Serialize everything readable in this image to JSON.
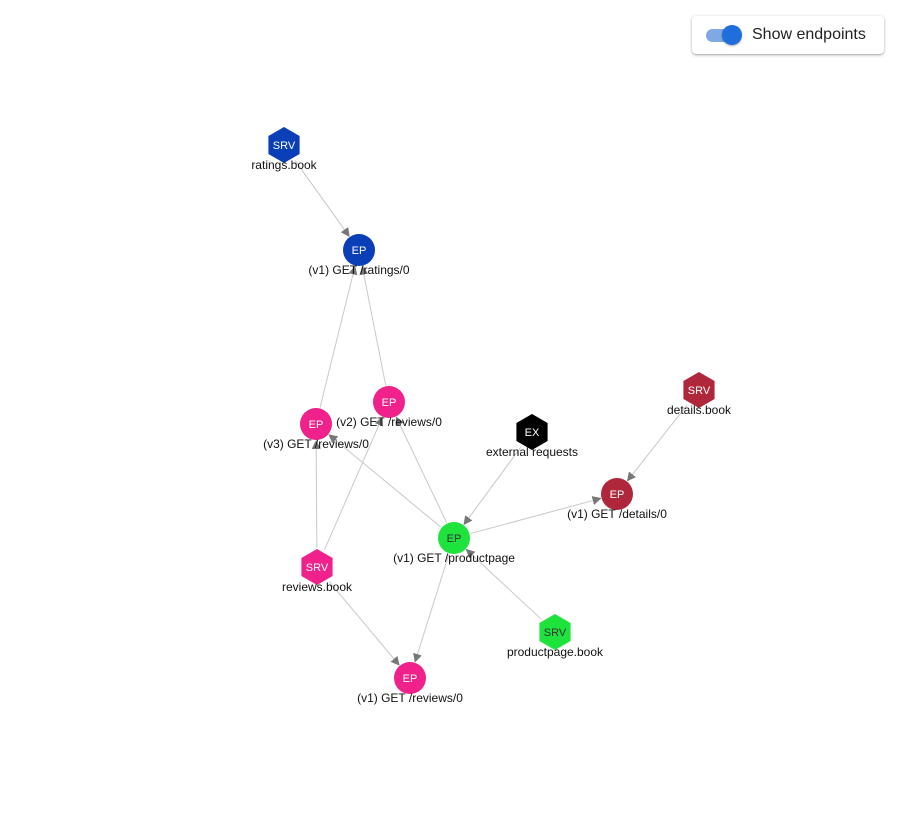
{
  "toggle": {
    "label": "Show endpoints",
    "checked": true
  },
  "colors": {
    "ratings": "#0a3fb8",
    "reviews": "#f0218a",
    "details": "#b0273b",
    "productpage": "#1ee33c",
    "external": "#000000",
    "edge": "#c8c8c8",
    "arrow": "#777777",
    "toggle_thumb": "#1e6fdb",
    "toggle_track": "#7fa8e4"
  },
  "graph": {
    "nodes": [
      {
        "id": "srv-ratings",
        "kind": "service",
        "badge": "SRV",
        "label": "ratings.book",
        "color_key": "ratings"
      },
      {
        "id": "ep-ratings-v1",
        "kind": "endpoint",
        "badge": "EP",
        "label": "(v1) GET /ratings/0",
        "color_key": "ratings"
      },
      {
        "id": "ep-reviews-v2",
        "kind": "endpoint",
        "badge": "EP",
        "label": "(v2) GET /reviews/0",
        "color_key": "reviews"
      },
      {
        "id": "ep-reviews-v3",
        "kind": "endpoint",
        "badge": "EP",
        "label": "(v3) GET /reviews/0",
        "color_key": "reviews"
      },
      {
        "id": "ext",
        "kind": "external",
        "badge": "EX",
        "label": "external requests",
        "color_key": "external"
      },
      {
        "id": "srv-details",
        "kind": "service",
        "badge": "SRV",
        "label": "details.book",
        "color_key": "details"
      },
      {
        "id": "ep-details-v1",
        "kind": "endpoint",
        "badge": "EP",
        "label": "(v1) GET /details/0",
        "color_key": "details"
      },
      {
        "id": "ep-productpage-v1",
        "kind": "endpoint",
        "badge": "EP",
        "label": "(v1) GET /productpage",
        "color_key": "productpage"
      },
      {
        "id": "srv-reviews",
        "kind": "service",
        "badge": "SRV",
        "label": "reviews.book",
        "color_key": "reviews"
      },
      {
        "id": "srv-productpage",
        "kind": "service",
        "badge": "SRV",
        "label": "productpage.book",
        "color_key": "productpage"
      },
      {
        "id": "ep-reviews-v1",
        "kind": "endpoint",
        "badge": "EP",
        "label": "(v1) GET /reviews/0",
        "color_key": "reviews"
      }
    ],
    "edges": [
      {
        "from": "srv-ratings",
        "to": "ep-ratings-v1"
      },
      {
        "from": "ep-reviews-v3",
        "to": "ep-ratings-v1"
      },
      {
        "from": "ep-reviews-v2",
        "to": "ep-ratings-v1"
      },
      {
        "from": "ep-productpage-v1",
        "to": "ep-reviews-v3"
      },
      {
        "from": "ep-productpage-v1",
        "to": "ep-reviews-v2"
      },
      {
        "from": "srv-reviews",
        "to": "ep-reviews-v3"
      },
      {
        "from": "srv-reviews",
        "to": "ep-reviews-v2"
      },
      {
        "from": "srv-reviews",
        "to": "ep-reviews-v1"
      },
      {
        "from": "ext",
        "to": "ep-productpage-v1"
      },
      {
        "from": "ep-productpage-v1",
        "to": "ep-details-v1"
      },
      {
        "from": "srv-details",
        "to": "ep-details-v1"
      },
      {
        "from": "srv-productpage",
        "to": "ep-productpage-v1"
      },
      {
        "from": "ep-productpage-v1",
        "to": "ep-reviews-v1"
      }
    ]
  }
}
